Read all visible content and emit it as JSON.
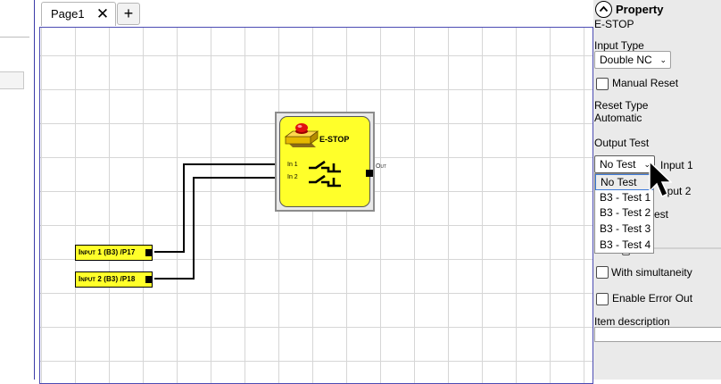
{
  "tabs": {
    "page_label": "Page1",
    "close_glyph": "✕",
    "add_glyph": "+"
  },
  "canvas": {
    "input_blocks": [
      {
        "label": "Input 1 (B3) /P17"
      },
      {
        "label": "Input 2 (B3) /P18"
      }
    ],
    "estop": {
      "title": "E-STOP",
      "in1": "In 1",
      "in2": "In 2",
      "out": "Out"
    },
    "colors": {
      "block_fill": "#ffff2a",
      "grid": "#d6d6d6",
      "frame": "#4b4bb3"
    }
  },
  "property": {
    "title": "Property",
    "collapse_icon": "chevron-up-icon",
    "element_name": "E-STOP",
    "input_type_label": "Input Type",
    "input_type_value": "Double NC",
    "manual_reset_label": "Manual Reset",
    "reset_type_label": "Reset Type",
    "reset_type_value": "Automatic",
    "output_test_label": "Output Test",
    "output_test_value": "No Test",
    "input1_label": "Input 1",
    "input2_partial": "nput 2",
    "test_partial": "est",
    "dropdown_options": [
      "No Test",
      "B3 - Test 1",
      "B3 - Test 2",
      "B3 - Test 3",
      "B3 - Test 4"
    ],
    "with_simultaneity_label": "With simultaneity",
    "enable_error_out_label": "Enable Error Out",
    "item_description_label": "Item description",
    "item_description_value": ""
  }
}
